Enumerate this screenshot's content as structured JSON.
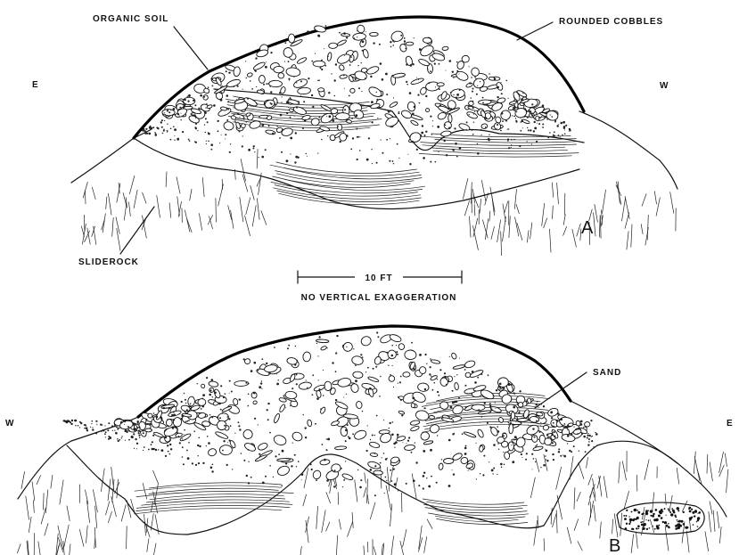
{
  "section_a": {
    "letter": "A",
    "label_left": "E",
    "label_right": "W",
    "organic_soil": "ORGANIC SOIL",
    "rounded_cobbles": "ROUNDED COBBLES",
    "sliderock": "SLIDEROCK"
  },
  "scale": {
    "distance": "10 FT",
    "note": "NO VERTICAL EXAGGERATION"
  },
  "section_b": {
    "letter": "B",
    "label_left": "W",
    "label_right": "E",
    "sand": "SAND"
  }
}
